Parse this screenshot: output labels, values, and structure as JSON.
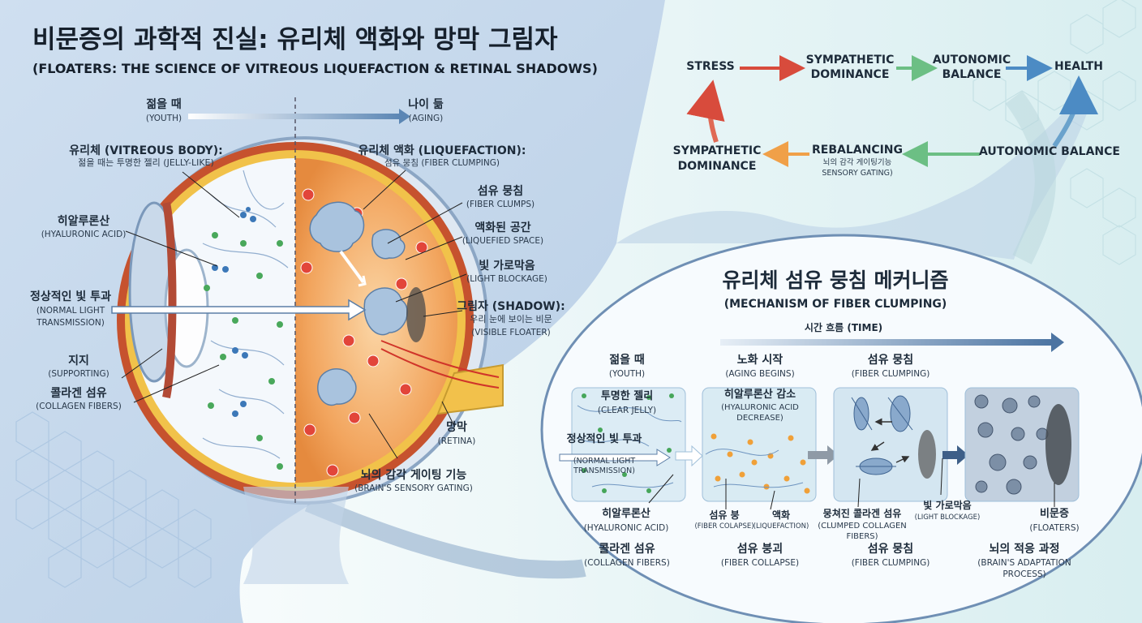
{
  "title": "비문증의 과학적 진실: 유리체 액화와 망막 그림자",
  "subtitle": "(FLOATERS: THE SCIENCE OF VITREOUS LIQUEFACTION & RETINAL SHADOWS)",
  "timeline": {
    "youth": {
      "ko": "젊을 때",
      "en": "(YOUTH)"
    },
    "aging": {
      "ko": "나이 듦",
      "en": "(AGING)"
    }
  },
  "left_labels": {
    "vitreous": {
      "ko": "유리체 (VITREOUS BODY):",
      "en": "젊을 때는 투명한 젤리 (JELLY-LIKE)"
    },
    "hyaluronic": {
      "ko": "히알루론산",
      "en": "(HYALURONIC ACID)"
    },
    "light": {
      "ko": "정상적인 빛 투과",
      "en1": "(NORMAL LIGHT",
      "en2": "TRANSMISSION)"
    },
    "support": {
      "ko": "지지",
      "en": "(SUPPORTING)"
    },
    "collagen": {
      "ko": "콜라겐 섬유",
      "en": "(COLLAGEN FIBERS)"
    }
  },
  "right_labels": {
    "liquefaction": {
      "ko": "유리체 액화 (LIQUEFACTION):",
      "en": "섬유 뭉침 (FIBER CLUMPING)"
    },
    "clumps": {
      "ko": "섬유 뭉침",
      "en": "(FIBER CLUMPS)"
    },
    "space": {
      "ko": "액화된 공간",
      "en": "(LIQUEFIED SPACE)"
    },
    "blockage": {
      "ko": "빛 가로막음",
      "en": "(LIGHT BLOCKAGE)"
    },
    "shadow": {
      "ko": "그림자 (SHADOW):",
      "en1": "우리 눈에 보이는 비문",
      "en2": "(VISIBLE FLOATER)"
    },
    "retina": {
      "ko": "망막",
      "en": "(RETINA)"
    },
    "gating": {
      "ko": "뇌의 감각 게이팅 기능",
      "en": "(BRAIN'S SENSORY GATING)"
    }
  },
  "flow": {
    "stress": "STRESS",
    "symp_top1": "SYMPATHETIC",
    "symp_top2": "DOMINANCE",
    "auto_top1": "AUTONOMIC",
    "auto_top2": "BALANCE",
    "health": "HEALTH",
    "symp_bot1": "SYMPATHETIC",
    "symp_bot2": "DOMINANCE",
    "rebal": "REBALANCING",
    "rebal_sub1": "뇌의 감각 게이팅기능",
    "rebal_sub2": "SENSORY GATING)",
    "auto_bal": "AUTONOMIC BALANCE"
  },
  "mechanism": {
    "title": "유리체 섬유 뭉침 메커니즘",
    "subtitle": "(MECHANISM OF FIBER CLUMPING)",
    "time": "시간 흐름 (TIME)",
    "stages": [
      {
        "ko": "젊을 때",
        "en": "(YOUTH)"
      },
      {
        "ko": "노화 시작",
        "en": "(AGING BEGINS)"
      },
      {
        "ko": "섬유 뭉침",
        "en": "(FIBER CLUMPING)"
      }
    ],
    "clear_jelly": {
      "ko": "투명한 젤리",
      "en": "(CLEAR JELLY)"
    },
    "ha_decrease": {
      "ko": "히알루론산 감소",
      "en1": "(HYALURONIC ACID",
      "en2": "DECREASE)"
    },
    "light": {
      "ko": "정상적인 빛 투과",
      "en1": "(NORMAL LIGHT",
      "en2": "TRANSMISSION)"
    },
    "ha": {
      "ko": "히알루론산",
      "en": "(HYALURONIC ACID)"
    },
    "fiber_collapse_small": {
      "ko": "섬유 붕",
      "en": "(FIBER COLAPSE)"
    },
    "liquefaction": {
      "ko": "액화",
      "en": "(LIQUEFACTION)"
    },
    "clumped": {
      "ko": "뭉쳐진 콜라겐 섬유",
      "en1": "(CLUMPED COLLAGEN",
      "en2": "FIBERS)"
    },
    "light_block": {
      "ko": "빛 가로막음",
      "en": "(LIGHT BLOCKAGE)"
    },
    "floaters": {
      "ko": "비문증",
      "en": "(FLOATERS)"
    },
    "bottom": [
      {
        "ko": "콜라겐 섬유",
        "en": "(COLLAGEN FIBERS)"
      },
      {
        "ko": "섬유 붕괴",
        "en": "(FIBER COLLAPSE)"
      },
      {
        "ko": "섬유 뭉침",
        "en": "(FIBER CLUMPING)"
      },
      {
        "ko": "뇌의 적응 과정",
        "en1": "(BRAIN'S ADAPTATION",
        "en2": "PROCESS)"
      }
    ]
  }
}
